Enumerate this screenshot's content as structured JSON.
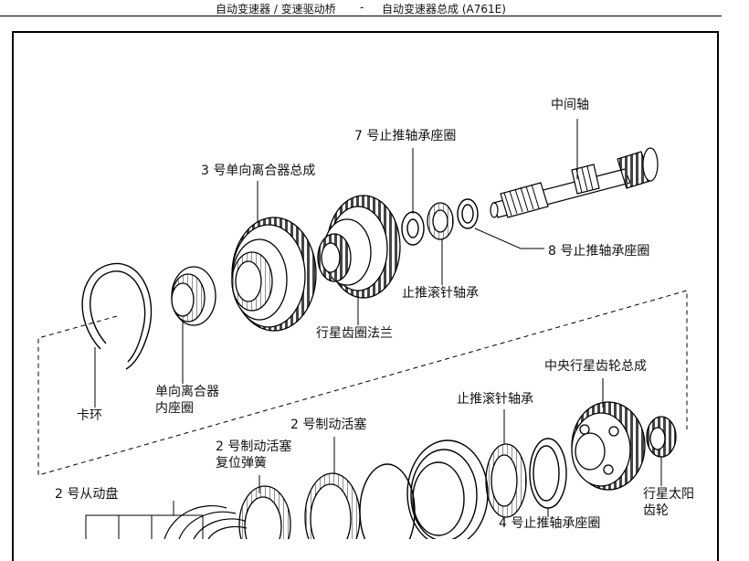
{
  "header": {
    "section": "自动变速器 / 变速驱动桥",
    "dash": "-",
    "subsection": "自动变速器总成 (A761E)"
  },
  "labels": {
    "intermediate_shaft": "中间轴",
    "thrust_race_7": "7 号止推轴承座圈",
    "one_way_clutch_3": "3 号单向离合器总成",
    "thrust_race_8": "8 号止推轴承座圈",
    "thrust_needle_bearing_1": "止推滚针轴承",
    "ring_gear_flange": "行星齿圈法兰",
    "snap_ring": "卡环",
    "one_way_inner_race_l1": "单向离合器",
    "one_way_inner_race_l2": "内座圈",
    "center_planetary": "中央行星齿轮总成",
    "thrust_needle_bearing_2": "止推滚针轴承",
    "brake_piston_2": "2 号制动活塞",
    "return_spring_l1": "2 号制动活塞",
    "return_spring_l2": "复位弹簧",
    "driven_plate_2": "2 号从动盘",
    "thrust_race_4": "4 号止推轴承座圈",
    "sun_gear_l1": "行星太阳",
    "sun_gear_l2": "齿轮"
  }
}
